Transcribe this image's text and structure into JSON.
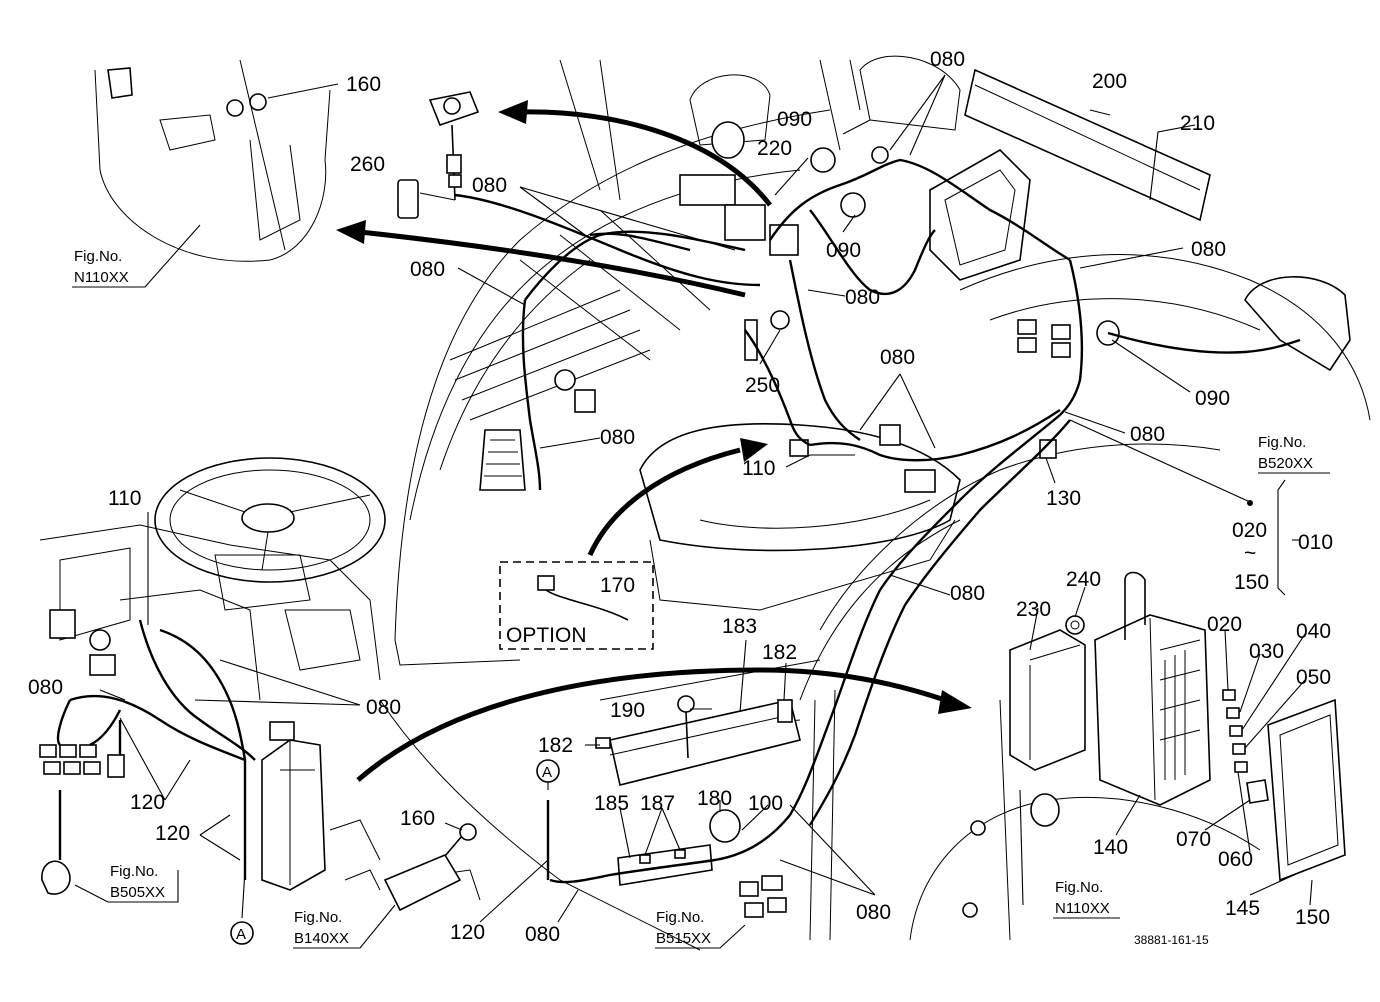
{
  "diagram": {
    "drawing_number": "38881-161-15",
    "option_box_label": "OPTION",
    "range_marker": "~",
    "part_labels": [
      "160",
      "260",
      "080",
      "080",
      "080",
      "220",
      "090",
      "080",
      "200",
      "210",
      "090",
      "080",
      "080",
      "250",
      "080",
      "090",
      "080",
      "110",
      "080",
      "110",
      "130",
      "020",
      "010",
      "150",
      "170",
      "080",
      "240",
      "230",
      "020",
      "030",
      "040",
      "050",
      "183",
      "182",
      "080",
      "190",
      "182",
      "080",
      "120",
      "120",
      "160",
      "185",
      "187",
      "180",
      "100",
      "140",
      "070",
      "060",
      "145",
      "150",
      "120",
      "080",
      "080"
    ],
    "figure_refs": [
      {
        "prefix": "Fig.No.",
        "code": "N110XX"
      },
      {
        "prefix": "Fig.No.",
        "code": "B520XX"
      },
      {
        "prefix": "Fig.No.",
        "code": "B505XX"
      },
      {
        "prefix": "Fig.No.",
        "code": "B140XX"
      },
      {
        "prefix": "Fig.No.",
        "code": "B515XX"
      },
      {
        "prefix": "Fig.No.",
        "code": "N110XX"
      }
    ],
    "section_markers": [
      "A",
      "A"
    ]
  }
}
